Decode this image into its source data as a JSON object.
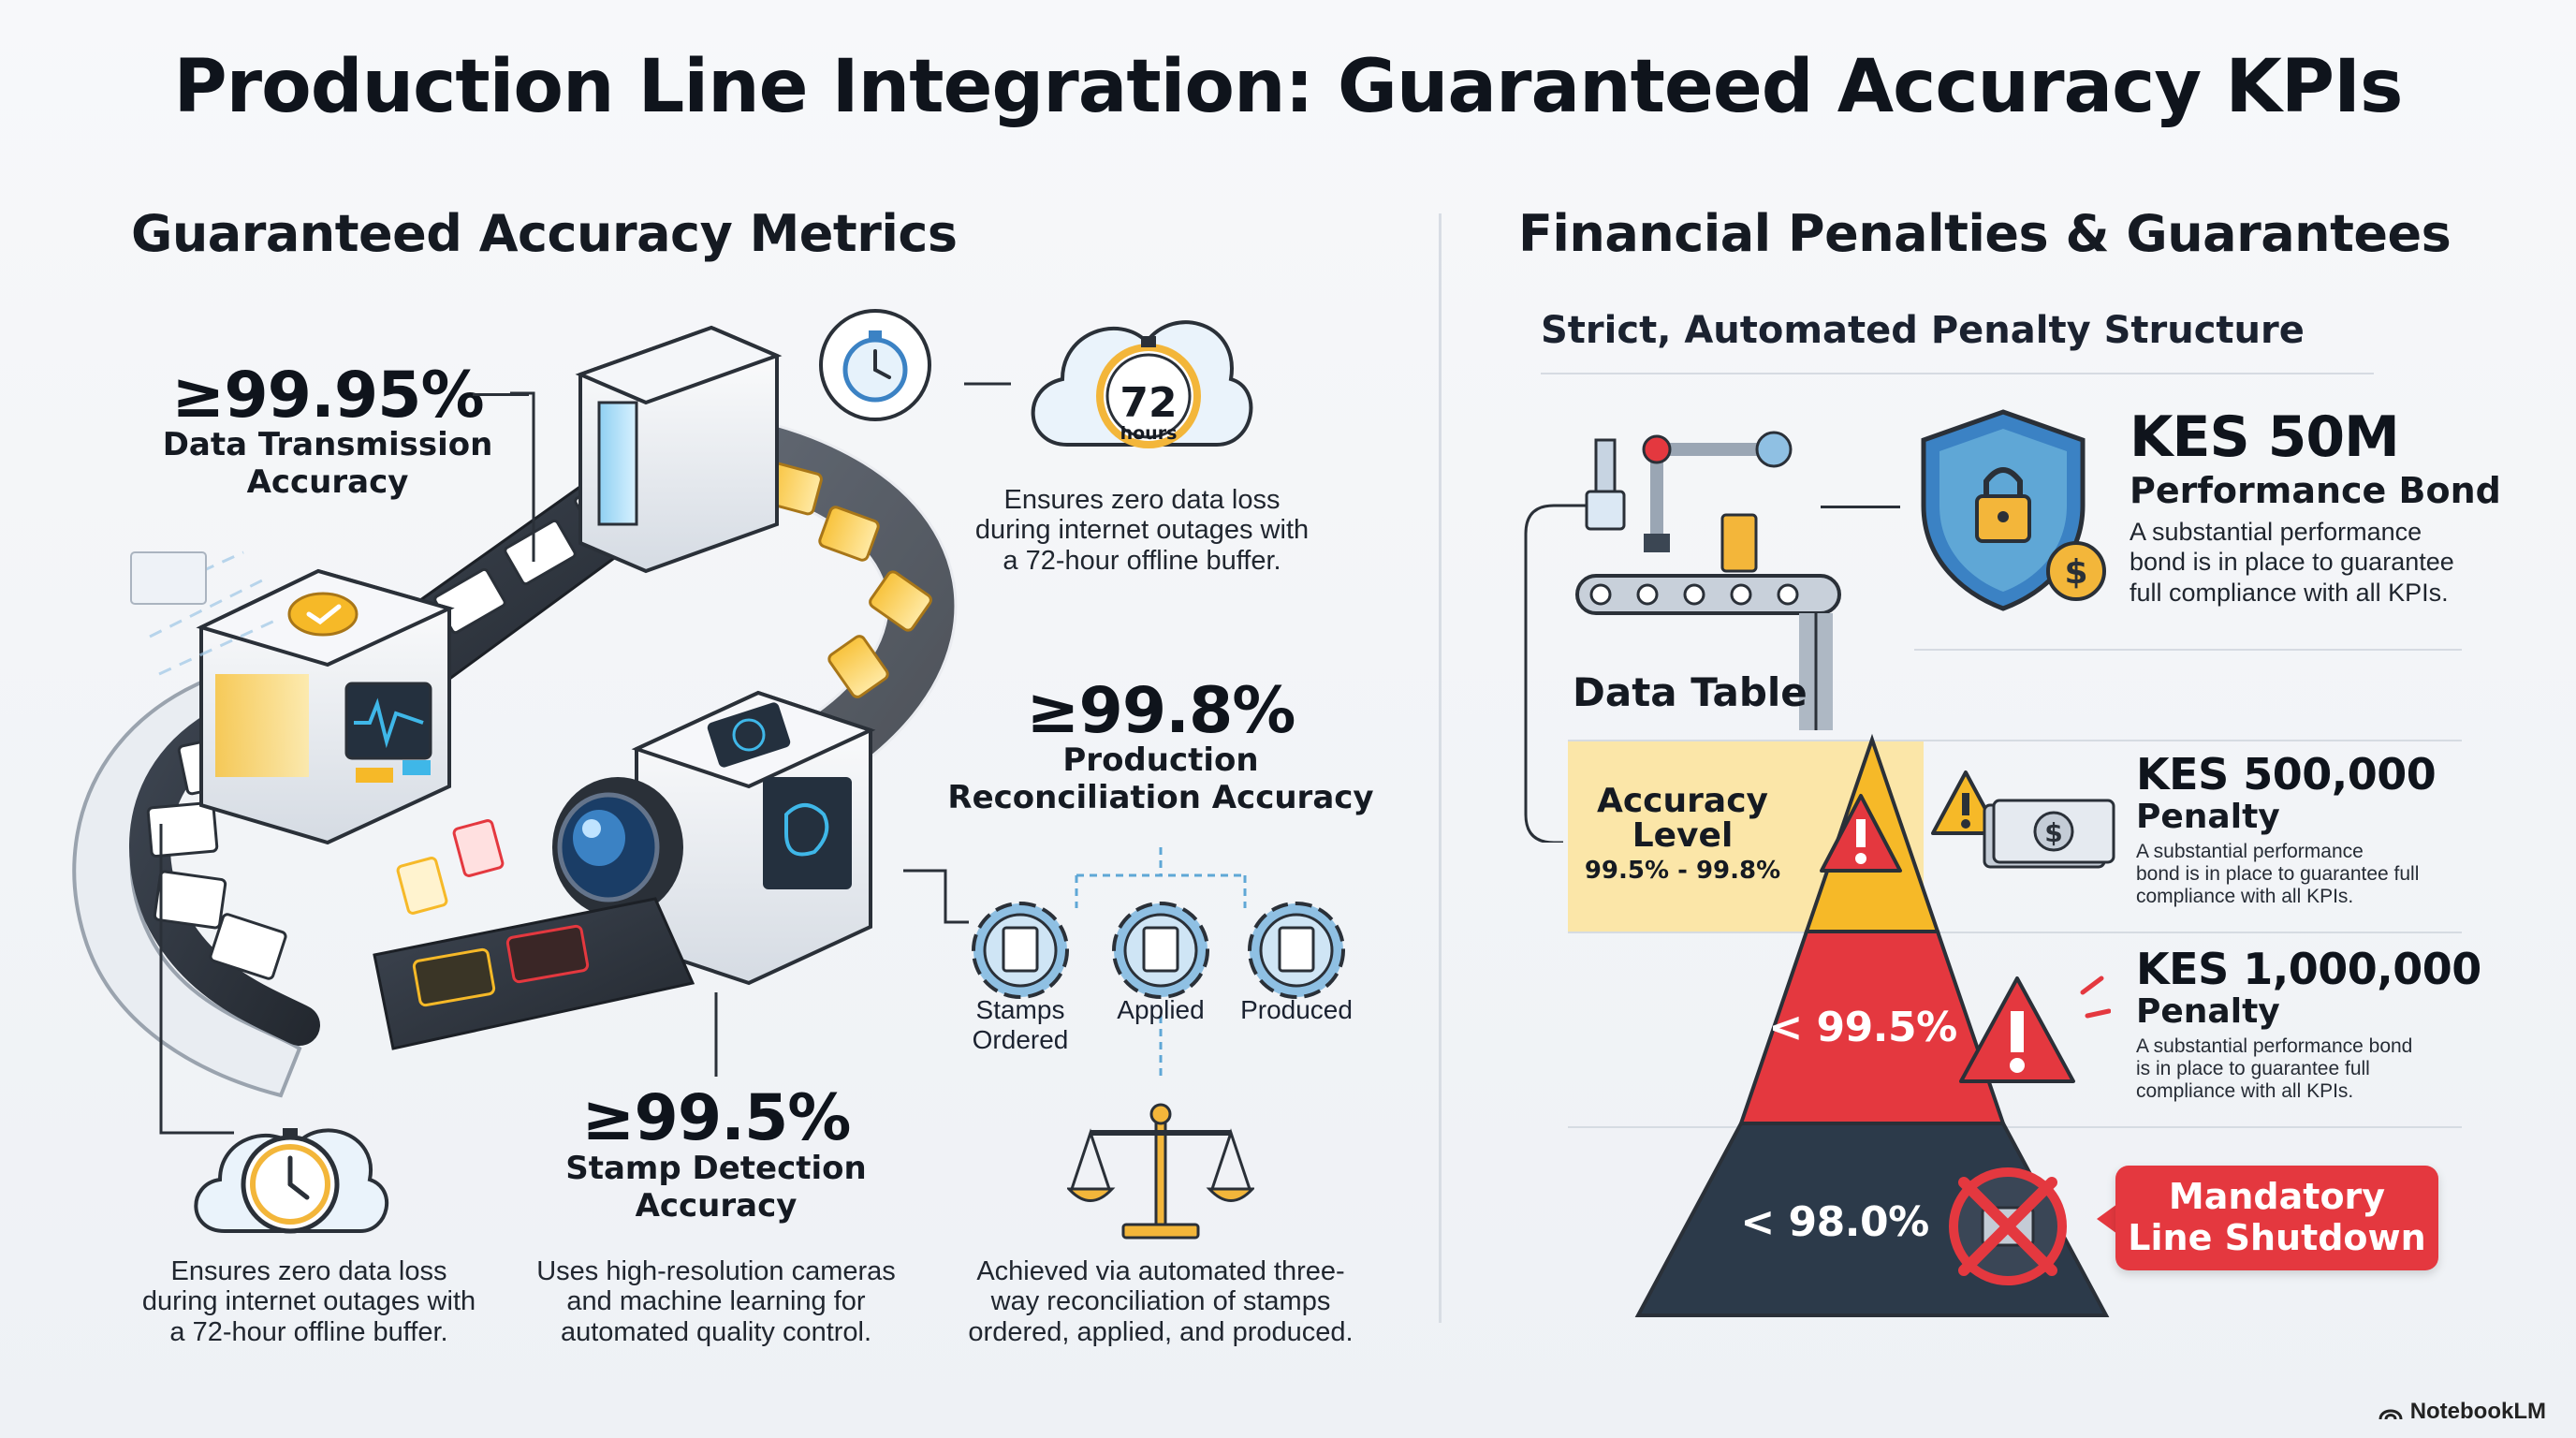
{
  "title": "Production Line Integration: Guaranteed Accuracy KPIs",
  "left": {
    "heading": "Guaranteed Accuracy Metrics",
    "metrics": {
      "data_transmission": {
        "value": "≥99.95%",
        "label_line1": "Data Transmission",
        "label_line2": "Accuracy"
      },
      "production_reconciliation": {
        "value": "≥99.8%",
        "label_line1": "Production",
        "label_line2": "Reconciliation Accuracy"
      },
      "stamp_detection": {
        "value": "≥99.5%",
        "label_line1": "Stamp Detection",
        "label_line2": "Accuracy"
      }
    },
    "timer_badge": {
      "number": "72",
      "unit": "hours"
    },
    "captions": {
      "offline_buffer_top": [
        "Ensures zero data loss",
        "during internet outages with",
        "a 72-hour offline buffer."
      ],
      "offline_buffer_bottom": [
        "Ensures zero data loss",
        "during internet outages with",
        "a 72-hour offline buffer."
      ],
      "cameras": [
        "Uses high-resolution cameras",
        "and machine learning for",
        "automated quality control."
      ],
      "reconciliation": [
        "Achieved via automated three-",
        "way reconciliation of stamps",
        "ordered, applied, and produced."
      ]
    },
    "gears": [
      "Stamps Ordered",
      "Applied",
      "Produced"
    ],
    "gear_label_1_line1": "Stamps",
    "gear_label_1_line2": "Ordered"
  },
  "right": {
    "heading": "Financial Penalties & Guarantees",
    "subheading": "Strict, Automated Penalty Structure",
    "data_table_label": "Data Table",
    "bond": {
      "value": "KES 50M",
      "label": "Performance Bond",
      "desc": [
        "A substantial performance",
        "bond is in place to guarantee",
        "full compliance with all KPIs."
      ]
    },
    "tiers": [
      {
        "range_line1": "Accuracy",
        "range_line2": "Level",
        "range": "99.5% - 99.8%",
        "penalty": "KES 500,000",
        "penalty_label": "Penalty",
        "desc": [
          "A substantial performance",
          "bond is in place to guarantee full",
          "compliance with all KPIs."
        ],
        "color": "#f6b928"
      },
      {
        "range": "< 99.5%",
        "penalty": "KES 1,000,000",
        "penalty_label": "Penalty",
        "desc": [
          "A substantial performance bond",
          "is in place to guarantee full",
          "compliance with all KPIs."
        ],
        "color": "#e4383f"
      },
      {
        "range": "< 98.0%",
        "action_line1": "Mandatory",
        "action_line2": "Line Shutdown",
        "color": "#2c3a4a"
      }
    ]
  },
  "brand": "NotebookLM",
  "colors": {
    "accent_blue": "#3b82c4",
    "warning_yellow": "#f6b928",
    "danger_red": "#e4383f",
    "dark_slate": "#2c3a4a",
    "gold": "#f3b63a"
  },
  "icons": [
    "stopwatch-icon",
    "cloud-icon",
    "shield-lock-icon",
    "dollar-coin-icon",
    "warning-icon",
    "gear-icon",
    "scales-icon",
    "camera-icon",
    "conveyor-icon",
    "robot-arm-icon",
    "cash-icon",
    "no-entry-icon",
    "brain-icon"
  ]
}
